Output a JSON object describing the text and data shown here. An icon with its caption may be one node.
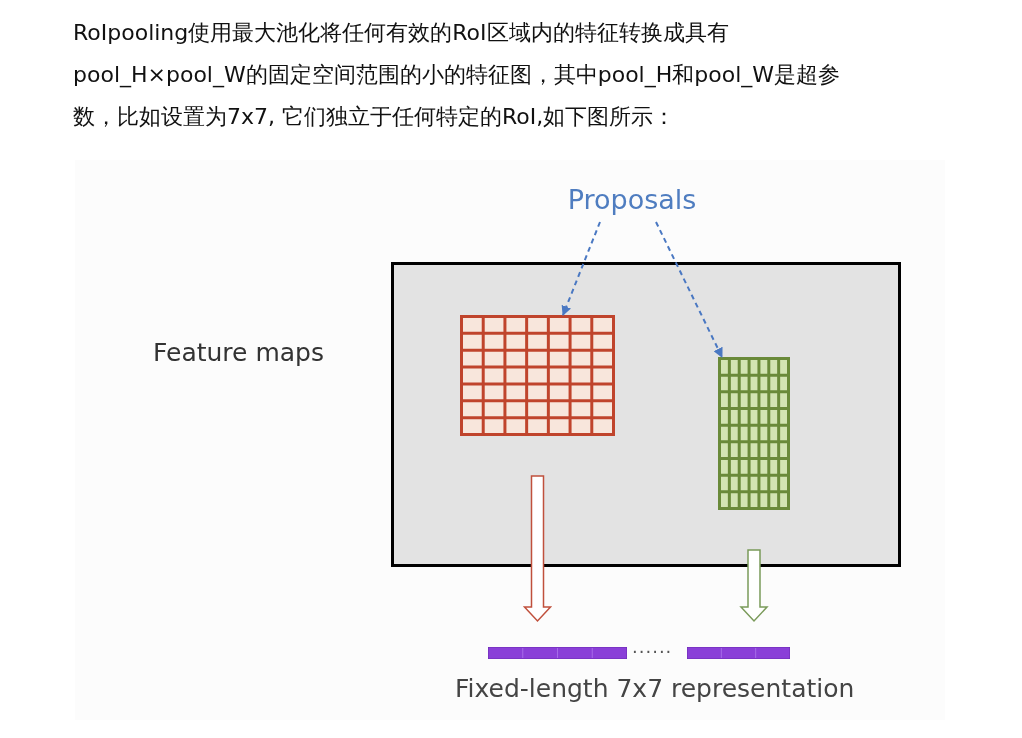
{
  "diagram": {
    "nodes": [
      {
        "text": [
          "Proposals"
        ]
      },
      {
        "text": [
          "Feature maps"
        ]
      },
      {
        "text": [],
        "shape": "box",
        "in": 1
      },
      {
        "text": [],
        "shape": "box",
        "in": 1
      },
      {
        "text": [],
        "shape": "bar"
      },
      {
        "text": [],
        "shape": "bar"
      }
    ],
    "edges": [
      {
        "from": 0,
        "to": 2,
        "arrow": "to",
        "style": "dashed",
        "color": "#4a78c2"
      },
      {
        "from": 0,
        "to": 3,
        "arrow": "to",
        "style": "dashed",
        "color": "#4a78c2"
      },
      {
        "from": 2,
        "to": 4,
        "arrow": "to",
        "color": "#c0503c"
      },
      {
        "from": 3,
        "to": 5,
        "arrow": "to",
        "color": "#7a9a5a"
      }
    ],
    "labels": [
      "RoIpooling使用最大池化将任何有效的RoI区域内的特征转换成具有pool_H×pool_W的固定空间范围的小的特征图，其中pool_H和pool_W是超参数，比如设置为7x7, 它们独立于任何特定的RoI,如下图所示：",
      "......",
      "Fixed-length 7x7 representation"
    ]
  }
}
